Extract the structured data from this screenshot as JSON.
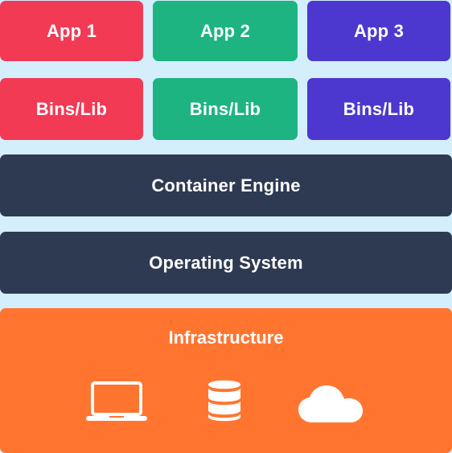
{
  "apps": [
    {
      "label": "App 1"
    },
    {
      "label": "App 2"
    },
    {
      "label": "App 3"
    }
  ],
  "bins": [
    {
      "label": "Bins/Lib"
    },
    {
      "label": "Bins/Lib"
    },
    {
      "label": "Bins/Lib"
    }
  ],
  "container_engine": {
    "label": "Container Engine"
  },
  "operating_system": {
    "label": "Operating System"
  },
  "infrastructure": {
    "label": "Infrastructure",
    "icons": [
      "laptop-icon",
      "database-icon",
      "cloud-icon"
    ]
  },
  "colors": {
    "background": "#d4eefb",
    "red": "#f23a55",
    "green": "#1db482",
    "purple": "#4d38cf",
    "dark": "#2e3a52",
    "orange": "#ff7530",
    "text": "#ffffff"
  }
}
